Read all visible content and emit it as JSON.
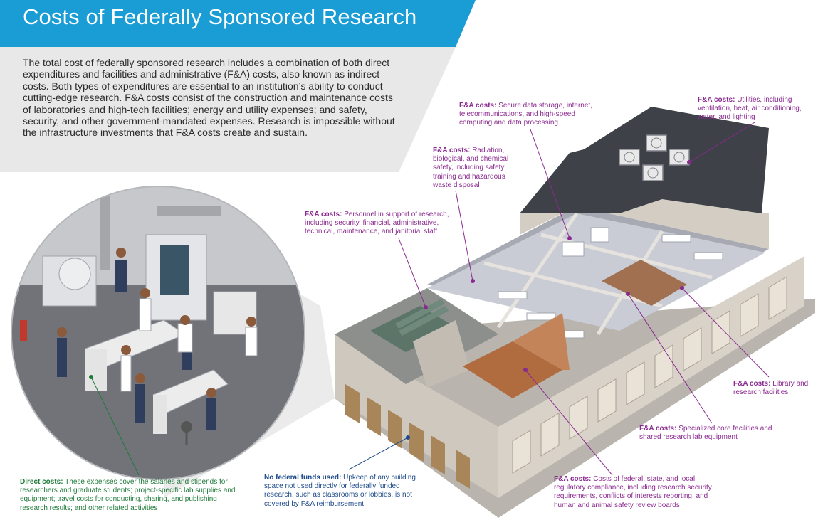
{
  "header": {
    "title": "Costs of Federally Sponsored Research",
    "banner_color": "#1a9dd5",
    "intro_bg": "#e8e8e8"
  },
  "intro": {
    "text": "The total cost of federally sponsored research includes a combination of both direct expenditures and facilities and administrative (F&A) costs, also known as indirect costs. Both types of expenditures are essential to an institution’s ability to conduct cutting-edge research. F&A costs consist of the construction and maintenance costs of laboratories and high-tech facilities; energy and utility expenses; and safety, security, and other government-mandated expenses. Research is impossible without the infrastructure investments that F&A costs create and sustain."
  },
  "colors": {
    "fa": "#8a2a8f",
    "direct": "#1f7a3a",
    "nofed": "#1e4b8a"
  },
  "callouts": {
    "data_storage": {
      "label": "F&A costs:",
      "text": "Secure data storage, internet, telecommunications, and high-speed computing and data processing"
    },
    "utilities": {
      "label": "F&A costs:",
      "text": "Utilities, including ventilation, heat, air conditioning, water, and lighting"
    },
    "safety": {
      "label": "F&A costs:",
      "text": "Radiation, biological, and chemical safety, including safety training and hazardous waste disposal"
    },
    "personnel": {
      "label": "F&A costs:",
      "text": "Personnel in support of research, including security, financial, administrative, technical, maintenance, and janitorial staff"
    },
    "library": {
      "label": "F&A costs:",
      "text": "Library and research facilities"
    },
    "core": {
      "label": "F&A costs:",
      "text": "Specialized core facilities and shared research lab equipment"
    },
    "compliance": {
      "label": "F&A costs:",
      "text": "Costs of federal, state, and local regulatory compliance, including research security requirements, conflicts of interests reporting, and human and animal safety review boards"
    },
    "direct": {
      "label": "Direct costs:",
      "text": "These expenses cover the salaries and stipends for researchers and graduate students; project-specific lab supplies and equipment; travel costs for conducting, sharing, and publishing research results; and other related activities"
    },
    "nofed": {
      "label": "No federal funds used:",
      "text": "Upkeep of any building space not used directly for federally funded research, such as classrooms or lobbies, is not covered by F&A reimbursement"
    }
  }
}
